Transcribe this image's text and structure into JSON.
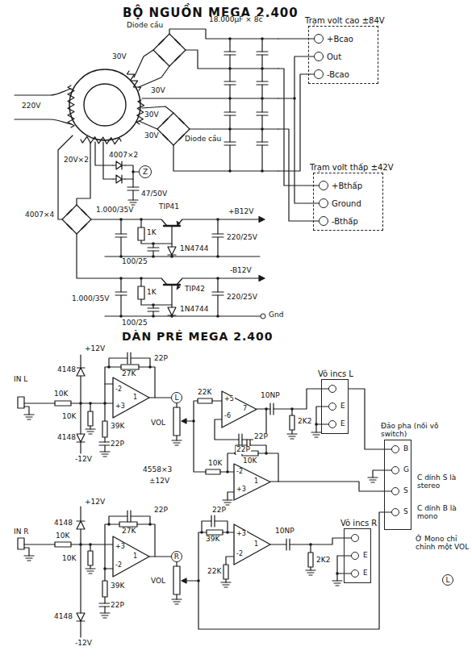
{
  "diagram": {
    "title": "BỘ NGUỒN MEGA 2.400",
    "nodes": [
      {
        "text": [
          "Trạm volt cao ±84V"
        ]
      },
      {
        "text": [
          "+Bcao"
        ],
        "in": 0
      },
      {
        "text": [
          "Out"
        ],
        "in": 0
      },
      {
        "text": [
          "-Bcao"
        ],
        "in": 0
      },
      {
        "text": [
          "Trạm volt thấp ±42V"
        ]
      },
      {
        "text": [
          "+Bthấp"
        ],
        "in": 4
      },
      {
        "text": [
          "Ground"
        ],
        "in": 4
      },
      {
        "text": [
          "-Bthấp"
        ],
        "in": 4
      },
      {
        "text": [
          "Z"
        ]
      },
      {
        "text": [
          "L"
        ]
      },
      {
        "text": [
          "R"
        ]
      },
      {
        "text": [
          "Vô incs L"
        ]
      },
      {
        "text": [
          "Vô incs R"
        ]
      },
      {
        "text": [
          "Đảo pha (nối vô switch)"
        ]
      },
      {
        "text": [
          "L"
        ]
      }
    ],
    "labels": [
      "220V",
      "30V",
      "30V",
      "30V",
      "30V",
      "Diode cầu",
      "Diode cầu",
      "18.000µF × 8c",
      "20V×2",
      "4007×2",
      "47/50V",
      "4007×4",
      "1.000/35V",
      "TIP41",
      "+B12V",
      "1K",
      "1N4744",
      "100/25",
      "220/25V",
      "1.000/35V",
      "TIP42",
      "-B12V",
      "1K",
      "1N4744",
      "100/25",
      "220/25V",
      "Gnd",
      "DÀN PRÉ MEGA 2.400",
      "+12V",
      "IN L",
      "4148",
      "10K",
      "10K",
      "4148",
      "-12V",
      "22P",
      "27K",
      "-2",
      "+3",
      "1",
      "39K",
      "22P",
      "VOL",
      "22K",
      "+5",
      "-6",
      "7",
      "22P",
      "10NP",
      "2K2",
      "E",
      "E",
      "B",
      "G",
      "S",
      "S",
      "C dính S là stereo",
      "C dính B là mono",
      "Ở Mono chỉ chỉnh một VOL",
      "4558×3",
      "±12V",
      "10K",
      "10K",
      "22P",
      "-2",
      "+3",
      "1",
      "+12V",
      "IN R",
      "4148",
      "10K",
      "10K",
      "22P",
      "27K",
      "+3",
      "-2",
      "1",
      "39K",
      "22P",
      "VOL",
      "4148",
      "-12V",
      "22P",
      "39K",
      "+3",
      "-2",
      "1",
      "22K",
      "10NP",
      "2K2",
      "E",
      "E"
    ]
  }
}
